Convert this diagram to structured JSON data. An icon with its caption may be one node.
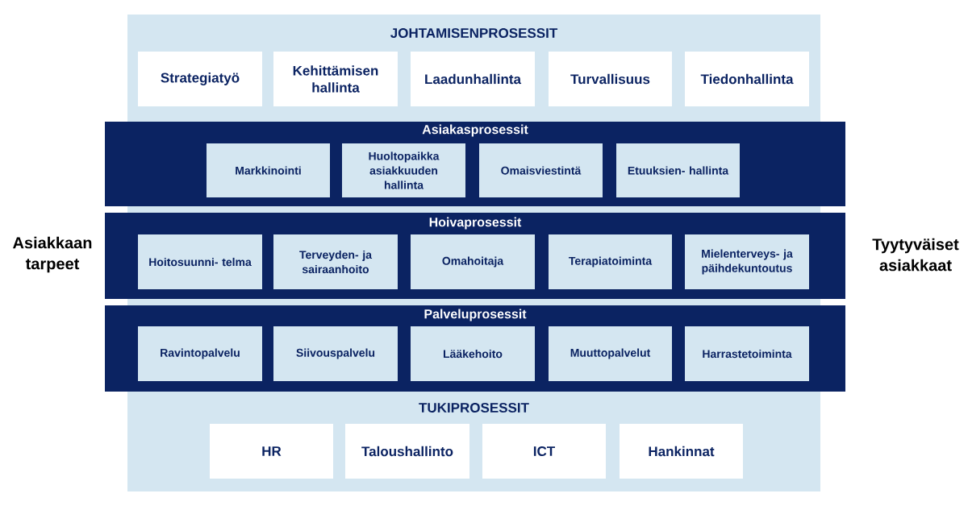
{
  "diagram": {
    "nodes": [
      {
        "text": [
          "JOHTAMISENPROSESSIT",
          "TUKIPROSESSIT"
        ]
      },
      {
        "text": [
          "Strategiatyö"
        ],
        "in": 0
      },
      {
        "text": [
          "Kehittämisen hallinta"
        ],
        "in": 0
      },
      {
        "text": [
          "Laadunhallinta"
        ],
        "in": 0
      },
      {
        "text": [
          "Turvallisuus"
        ],
        "in": 0
      },
      {
        "text": [
          "Tiedonhallinta"
        ],
        "in": 0
      },
      {
        "text": [
          "Asiakasprosessit"
        ]
      },
      {
        "text": [
          "Markkinointi"
        ],
        "in": 6
      },
      {
        "text": [
          "Huoltopaikka asiakkuuden hallinta"
        ],
        "in": 6
      },
      {
        "text": [
          "Omaisviestintä"
        ],
        "in": 6
      },
      {
        "text": [
          "Etuuksien- hallinta"
        ],
        "in": 6
      },
      {
        "text": [
          "Hoivaprosessit"
        ]
      },
      {
        "text": [
          "Hoitosuunni- telma"
        ],
        "in": 11
      },
      {
        "text": [
          "Terveyden- ja sairaanhoito"
        ],
        "in": 11
      },
      {
        "text": [
          "Omahoitaja"
        ],
        "in": 11
      },
      {
        "text": [
          "Terapiatoiminta"
        ],
        "in": 11
      },
      {
        "text": [
          "Mielenterveys- ja päihdekuntoutus"
        ],
        "in": 11
      },
      {
        "text": [
          "Palveluprosessit"
        ]
      },
      {
        "text": [
          "Ravintopalvelu"
        ],
        "in": 17
      },
      {
        "text": [
          "Siivouspalvelu"
        ],
        "in": 17
      },
      {
        "text": [
          "Lääkehoito"
        ],
        "in": 17
      },
      {
        "text": [
          "Muuttopalvelut"
        ],
        "in": 17
      },
      {
        "text": [
          "Harrastetoiminta"
        ],
        "in": 17
      },
      {
        "text": [
          "HR"
        ],
        "in": 0
      },
      {
        "text": [
          "Taloushallinto"
        ],
        "in": 0
      },
      {
        "text": [
          "ICT"
        ],
        "in": 0
      },
      {
        "text": [
          "Hankinnat"
        ],
        "in": 0
      }
    ],
    "edges": [],
    "labels": [
      "Asiakkaan tarpeet",
      "Tyytyväiset asiakkaat"
    ]
  }
}
